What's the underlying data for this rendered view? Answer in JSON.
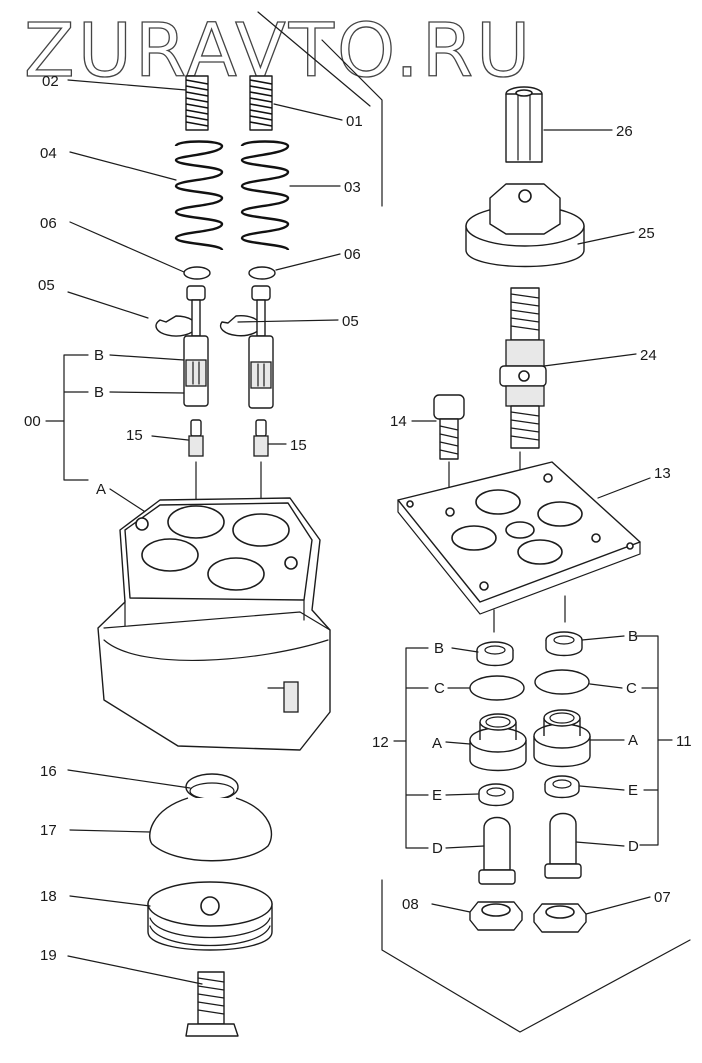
{
  "watermark": "ZURAVTO.RU",
  "labels": {
    "l00": "00",
    "l01": "01",
    "l02": "02",
    "l03": "03",
    "l04": "04",
    "l05a": "05",
    "l05b": "05",
    "l06a": "06",
    "l06b": "06",
    "l07": "07",
    "l08": "08",
    "l11": "11",
    "l12": "12",
    "l13": "13",
    "l14": "14",
    "l15a": "15",
    "l15b": "15",
    "l16": "16",
    "l17": "17",
    "l18": "18",
    "l19": "19",
    "l24": "24",
    "l25": "25",
    "l26": "26",
    "lA_body": "A",
    "lB1": "B",
    "lB2": "B",
    "lB_left": "B",
    "lB_right": "B",
    "lC_left": "C",
    "lC_right": "C",
    "lA_left": "A",
    "lA_right": "A",
    "lE_left": "E",
    "lE_right": "E",
    "lD_left": "D",
    "lD_right": "D"
  }
}
